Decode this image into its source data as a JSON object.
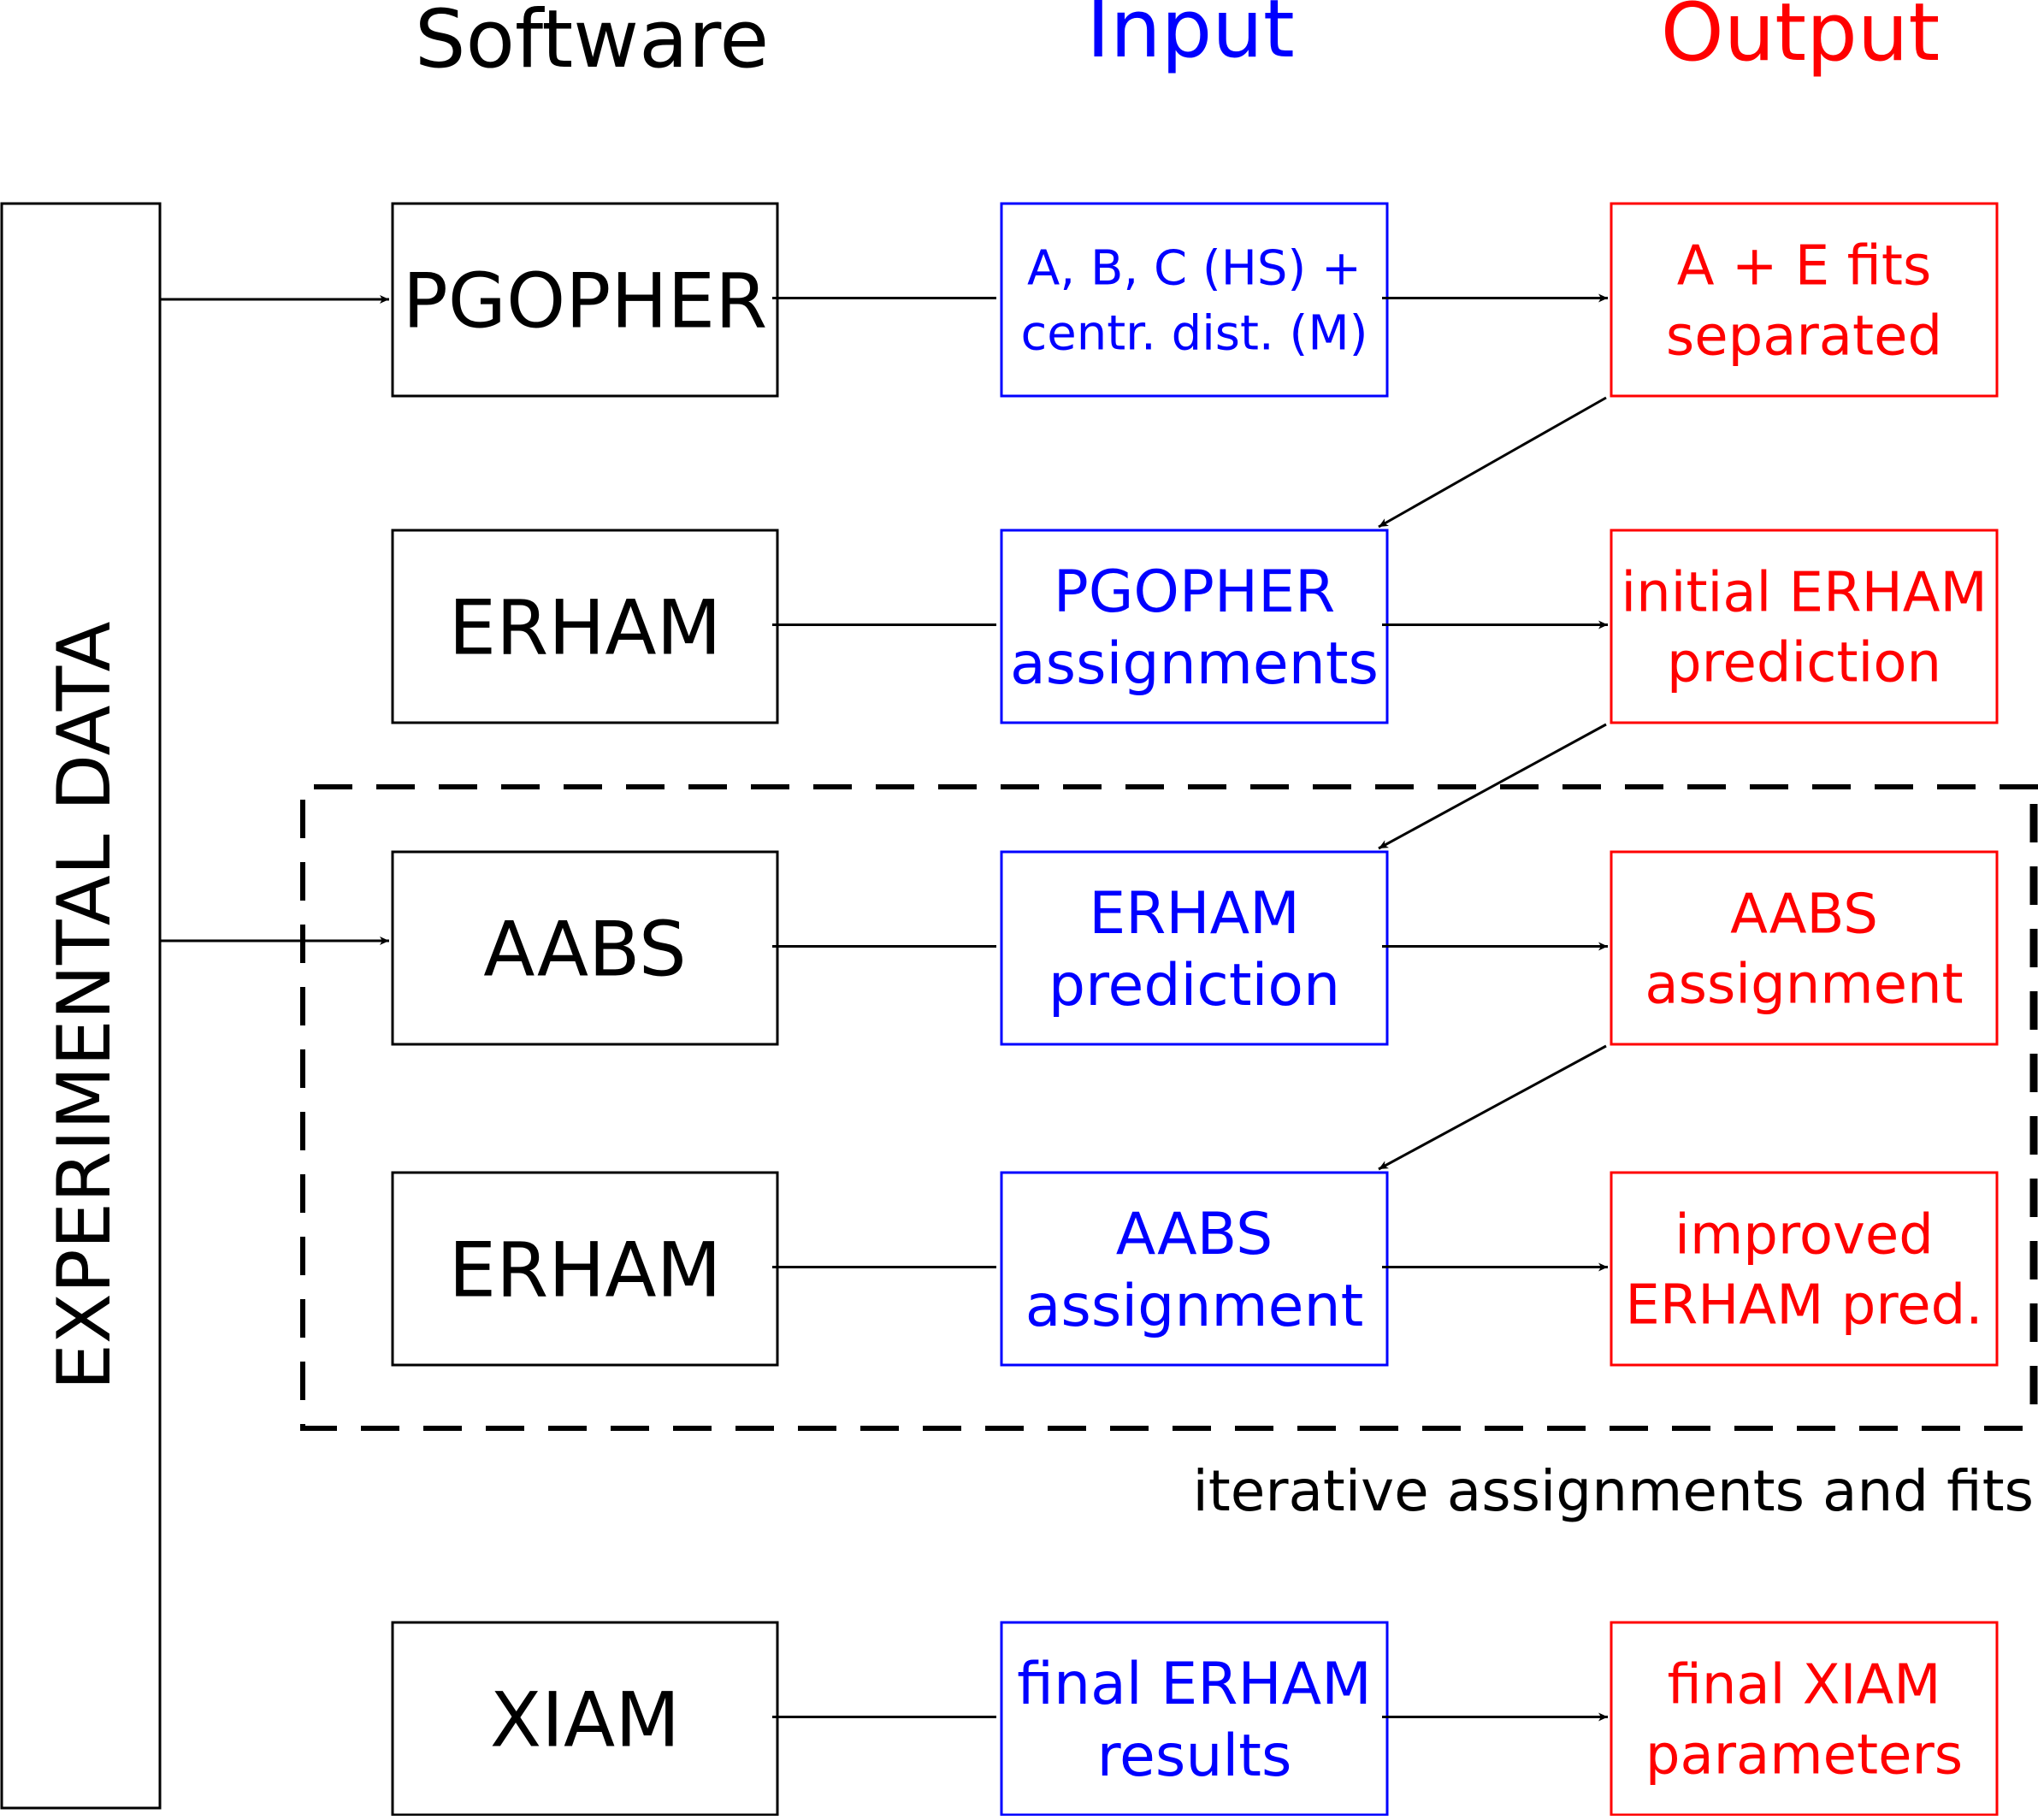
{
  "headers": {
    "software": "Software",
    "input": "Input",
    "output": "Output"
  },
  "side_label": "EXPERIMENTAL DATA",
  "loop_label": "iterative assignments and fits",
  "colors": {
    "software": "#000000",
    "input": "#0000ff",
    "output": "#ff0000"
  },
  "rows": [
    {
      "software": "PGOPHER",
      "input_lines": [
        "A, B, C (HS) +",
        "centr. dist. (M)"
      ],
      "output_lines": [
        "A + E fits",
        "separated"
      ]
    },
    {
      "software": "ERHAM",
      "input_lines": [
        "PGOPHER",
        "assignments"
      ],
      "output_lines": [
        "initial ERHAM",
        "prediction"
      ]
    },
    {
      "software": "AABS",
      "input_lines": [
        "ERHAM",
        "prediction"
      ],
      "output_lines": [
        "AABS",
        "assignment"
      ]
    },
    {
      "software": "ERHAM",
      "input_lines": [
        "AABS",
        "assignment"
      ],
      "output_lines": [
        "improved",
        "ERHAM pred."
      ]
    },
    {
      "software": "XIAM",
      "input_lines": [
        "final ERHAM",
        "results"
      ],
      "output_lines": [
        "final XIAM",
        "parameters"
      ]
    }
  ]
}
